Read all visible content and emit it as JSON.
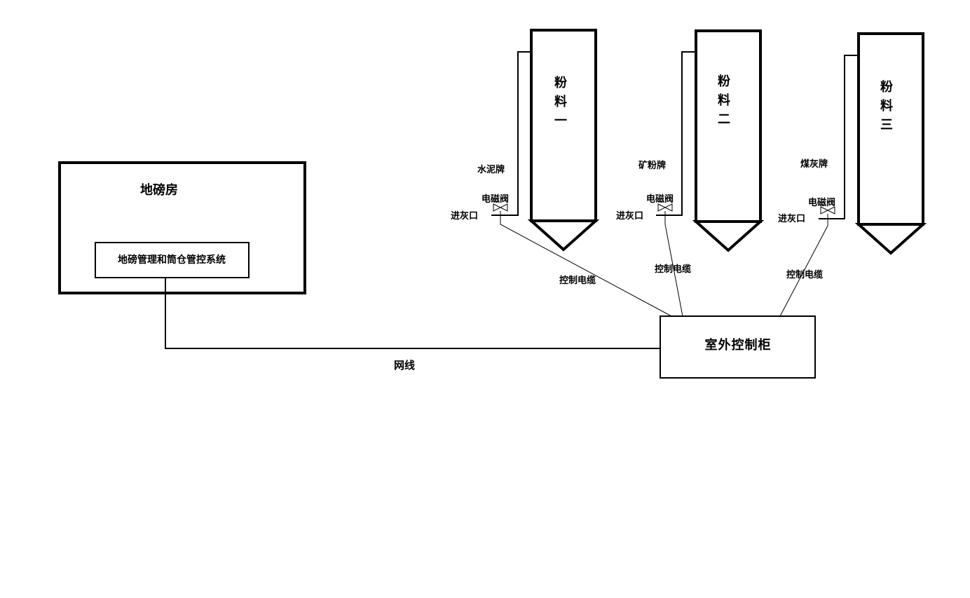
{
  "colors": {
    "line": "#000000",
    "background": "#ffffff"
  },
  "scale_room": {
    "title": "地磅房",
    "system_label": "地磅管理和筒仓管控系统"
  },
  "network": {
    "label": "网线"
  },
  "cabinet": {
    "label": "室外控制柜"
  },
  "silos": [
    {
      "name_chars": [
        "粉",
        "料",
        "一"
      ],
      "material": "水泥牌",
      "valve": "电磁阀",
      "inlet": "进灰口",
      "cable": "控制电缆"
    },
    {
      "name_chars": [
        "粉",
        "料",
        "二"
      ],
      "material": "矿粉牌",
      "valve": "电磁阀",
      "inlet": "进灰口",
      "cable": "控制电缆"
    },
    {
      "name_chars": [
        "粉",
        "料",
        "三"
      ],
      "material": "煤灰牌",
      "valve": "电磁阀",
      "inlet": "进灰口",
      "cable": "控制电缆"
    }
  ]
}
